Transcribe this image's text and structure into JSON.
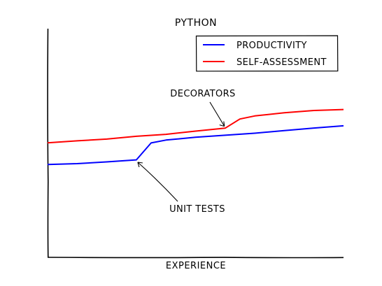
{
  "chart_data": {
    "type": "line",
    "title": "PYTHON",
    "xlabel": "EXPERIENCE",
    "ylabel": "",
    "xlim": [
      0,
      100
    ],
    "ylim": [
      0,
      100
    ],
    "grid": false,
    "legend_position": "top-right",
    "series": [
      {
        "name": "PRODUCTIVITY",
        "color": "#0000ff",
        "x": [
          0,
          10,
          20,
          30,
          35,
          40,
          50,
          60,
          70,
          80,
          90,
          100
        ],
        "y": [
          40.6,
          41.1,
          41.7,
          42.5,
          50.1,
          51.4,
          52.4,
          53.3,
          54.4,
          55.5,
          56.4,
          57.5
        ]
      },
      {
        "name": "SELF-ASSESSMENT",
        "color": "#ff0000",
        "x": [
          0,
          10,
          20,
          30,
          40,
          50,
          60,
          65,
          70,
          80,
          90,
          100
        ],
        "y": [
          50.2,
          50.9,
          51.6,
          53.0,
          53.9,
          55.1,
          56.4,
          60.6,
          61.9,
          63.1,
          64.2,
          64.8
        ]
      }
    ],
    "annotations": [
      {
        "text": "DECORATORS",
        "point": [
          60,
          56.4
        ]
      },
      {
        "text": "UNIT TESTS",
        "point": [
          30,
          42.5
        ]
      }
    ]
  }
}
